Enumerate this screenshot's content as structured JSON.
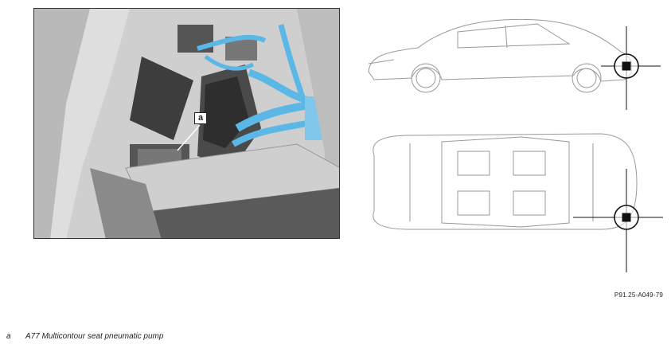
{
  "photo": {
    "callout_label": "a"
  },
  "figure_ref": "P91.25-A049-79",
  "legend": [
    {
      "key": "a",
      "description": "A77 Multicontour seat pneumatic pump"
    }
  ]
}
